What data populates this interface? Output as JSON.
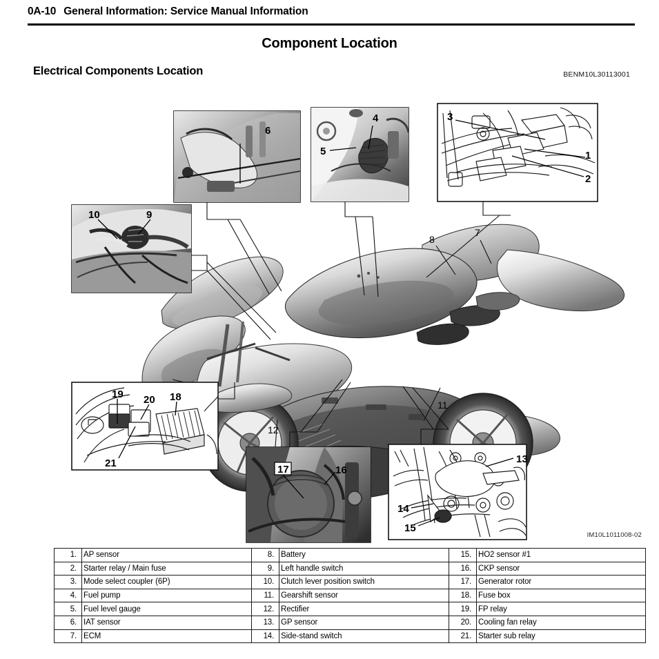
{
  "header": {
    "page_number": "0A-10",
    "title": "General Information: Service Manual Information"
  },
  "section": {
    "title": "Component Location",
    "subtitle": "Electrical Components Location",
    "doc_code": "BENM10L30113001",
    "figure_code": "IM10L1011008-02"
  },
  "figure": {
    "description": "Motorcycle side view with callout detail boxes",
    "callout_boxes": [
      {
        "id": "box-6",
        "labels": [
          "6"
        ],
        "kind": "photo"
      },
      {
        "id": "box-4-5",
        "labels": [
          "4",
          "5"
        ],
        "kind": "photo"
      },
      {
        "id": "box-1-2-3",
        "labels": [
          "3",
          "1",
          "2"
        ],
        "kind": "lineart"
      },
      {
        "id": "box-9-10",
        "labels": [
          "10",
          "9"
        ],
        "kind": "photo"
      },
      {
        "id": "box-18-21",
        "labels": [
          "19",
          "20",
          "18",
          "21"
        ],
        "kind": "lineart"
      },
      {
        "id": "box-16-17",
        "labels": [
          "17",
          "16"
        ],
        "kind": "photo"
      },
      {
        "id": "box-13-15",
        "labels": [
          "13",
          "14",
          "15"
        ],
        "kind": "lineart"
      }
    ],
    "main_labels": [
      "7",
      "8",
      "11",
      "12"
    ]
  },
  "legend": {
    "columns": [
      [
        {
          "num": "1.",
          "label": "AP sensor"
        },
        {
          "num": "2.",
          "label": "Starter relay / Main fuse"
        },
        {
          "num": "3.",
          "label": "Mode select coupler (6P)"
        },
        {
          "num": "4.",
          "label": "Fuel pump"
        },
        {
          "num": "5.",
          "label": "Fuel level gauge"
        },
        {
          "num": "6.",
          "label": "IAT sensor"
        },
        {
          "num": "7.",
          "label": "ECM"
        }
      ],
      [
        {
          "num": "8.",
          "label": "Battery"
        },
        {
          "num": "9.",
          "label": "Left handle switch"
        },
        {
          "num": "10.",
          "label": "Clutch lever position switch"
        },
        {
          "num": "11.",
          "label": "Gearshift sensor"
        },
        {
          "num": "12.",
          "label": "Rectifier"
        },
        {
          "num": "13.",
          "label": "GP sensor"
        },
        {
          "num": "14.",
          "label": "Side-stand switch"
        }
      ],
      [
        {
          "num": "15.",
          "label": "HO2 sensor #1"
        },
        {
          "num": "16.",
          "label": "CKP sensor"
        },
        {
          "num": "17.",
          "label": "Generator rotor"
        },
        {
          "num": "18.",
          "label": "Fuse box"
        },
        {
          "num": "19.",
          "label": "FP relay"
        },
        {
          "num": "20.",
          "label": "Cooling fan relay"
        },
        {
          "num": "21.",
          "label": "Starter sub relay"
        }
      ]
    ]
  },
  "colors": {
    "ink": "#000000",
    "rule": "#1a1a1a",
    "photo_dark": "#4a4a4a",
    "photo_mid": "#8d8d8d",
    "photo_light": "#cfcfcf",
    "paper": "#ffffff"
  }
}
